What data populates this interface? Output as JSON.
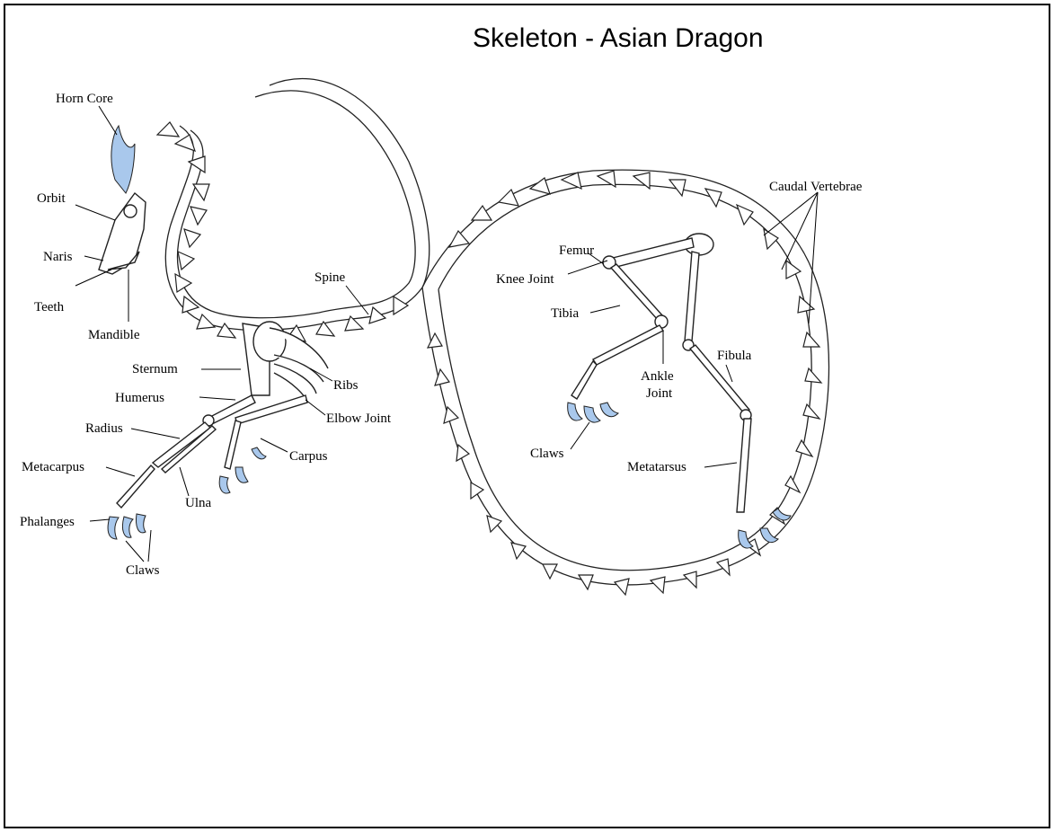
{
  "title": "Skeleton - Asian Dragon",
  "colors": {
    "accent": "#a9c8ec",
    "ink": "#222222",
    "frame": "#000000"
  },
  "labels": {
    "horn_core": "Horn Core",
    "orbit": "Orbit",
    "naris": "Naris",
    "teeth": "Teeth",
    "mandible": "Mandible",
    "spine": "Spine",
    "sternum": "Sternum",
    "ribs": "Ribs",
    "humerus": "Humerus",
    "elbow_joint": "Elbow Joint",
    "radius": "Radius",
    "carpus": "Carpus",
    "metacarpus": "Metacarpus",
    "ulna": "Ulna",
    "phalanges": "Phalanges",
    "front_claws": "Claws",
    "femur": "Femur",
    "knee_joint": "Knee Joint",
    "tibia": "Tibia",
    "ankle": "Ankle",
    "joint": "Joint",
    "hind_claws": "Claws",
    "caudal_vertebrae": "Caudal Vertebrae",
    "fibula": "Fibula",
    "metatarsus": "Metatarsus"
  }
}
